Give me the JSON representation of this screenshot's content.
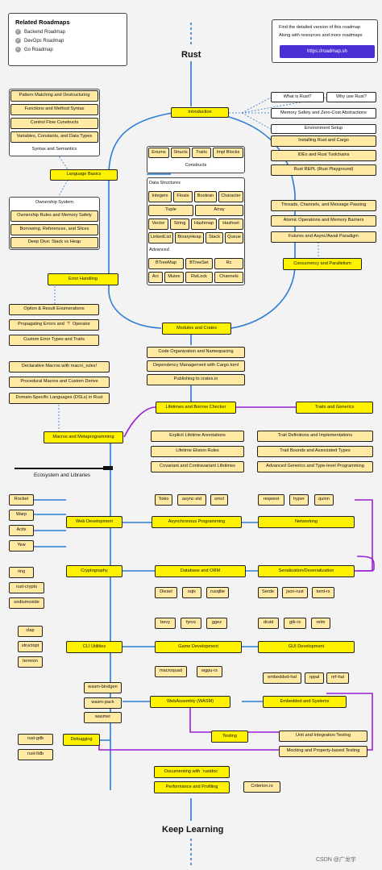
{
  "title": "Rust",
  "footer_title": "Keep Learning",
  "watermark": "CSDN @广龙宇",
  "related": {
    "heading": "Related Roadmaps",
    "items": [
      "Backend Roadmap",
      "DevOps Roadmap",
      "Go Roadmap"
    ]
  },
  "promo": {
    "line1": "Find the detailed version of this roadmap",
    "line2": "Along with resources and more roadmaps",
    "button": "https://roadmap.sh"
  },
  "ecosystem_label": "Ecosystem and Libraries",
  "colors": {
    "topic": "#fff200",
    "subtopic": "#ffe9a3",
    "spine": "#2b7bd6",
    "alt_path": "#9b1fd6",
    "button": "#4b2fd6"
  },
  "nodes": {
    "introduction": "Introduction",
    "what_is_rust": "What is Rust?",
    "why_use_rust": "Why use Rust?",
    "memory_safety": "Memory Safety and Zero-Cost Abstractions",
    "env_setup": "Environment Setup",
    "installing": "Installing Rust and Cargo",
    "ides": "IDEs and Rust Toolchains",
    "repl": "Rust REPL (Rust Playground)",
    "pattern_matching": "Pattern Matching and Destructuring",
    "functions": "Functions and Method Syntax",
    "control_flow": "Control Flow Constructs",
    "variables": "Variables, Constants, and Data Types",
    "syntax": "Syntax and Semantics",
    "language_basics": "Language Basics",
    "enum": "Enums",
    "structs": "Structs",
    "traits": "Traits",
    "impl_blocks": "Impl Blocks",
    "constructs": "Constructs",
    "data_structures": "Data Structures",
    "integers": "Integers",
    "floats": "Floats",
    "boolean": "Boolean",
    "character": "Character",
    "tuple": "Tuple",
    "array": "Array",
    "vector": "Vector",
    "string": "String",
    "hashmap": "Hashmap",
    "hashset": "Hashset",
    "linkedlist": "LinkedList",
    "binaryheap": "BinaryHeap",
    "stack": "Stack",
    "queue": "Queue",
    "advanced": "Advanced",
    "btreemap": "BTreeMap",
    "btreeset": "BTreeSet",
    "rc": "Rc",
    "arc": "Arc",
    "mutex": "Mutex",
    "rwlock": "RwLock",
    "channels": "Channels",
    "ownership_system": "Ownership System",
    "ownership_rules": "Ownership Rules and Memory Safety",
    "borrowing": "Borrowing, References, and Slices",
    "stack_heap": "Deep Dive: Stack vs Heap",
    "threads": "Threads, Channels, and Message Passing",
    "atomic": "Atomic Operations and Memory Barriers",
    "futures": "Futures and Async/Await Paradigm",
    "concurrency": "Concurrency and Parallelism",
    "error_handling": "Error Handling",
    "option_result": "Option & Result Enumerations",
    "propagating": "Propagating Errors and `?` Operator",
    "custom_errors": "Custom Error Types and Traits",
    "modules": "Modules and Crates",
    "code_org": "Code Organization and Namespacing",
    "dep_mgmt": "Dependency Management with Cargo.toml",
    "publishing": "Publishing to crates.io",
    "declarative_macros": "Declarative Macros with macro_rules!",
    "procedural_macros": "Procedural Macros and Custom Derive",
    "dsl": "Domain-Specific Languages (DSLs) in Rust",
    "macros": "Macros and Metaprogramming",
    "lifetimes": "Lifetimes and Borrow Checker",
    "explicit_lifetime": "Explicit Lifetime Annotations",
    "elision": "Lifetime Elision Rules",
    "covariant": "Covariant and Contravariant Lifetimes",
    "traits_generics": "Traits and Generics",
    "trait_defs": "Trait Definitions and Implementations",
    "trait_bounds": "Trait Bounds and Associated Types",
    "advanced_generics": "Advanced Generics and Type-level Programming",
    "rocket": "Rocket",
    "warp": "Warp",
    "actix": "Actix",
    "yew": "Yew",
    "web_dev": "Web Development",
    "tokio": "Tokio",
    "async_std": "async-std",
    "smol": "smol",
    "async_prog": "Asynchronous Programming",
    "reqwest": "reqwest",
    "hyper": "hyper",
    "quinn": "quinn",
    "networking": "Networking",
    "ring": "ring",
    "rust_crypto": "rust-crypto",
    "sodiumoxide": "sodiumoxide",
    "cryptography": "Cryptography",
    "database": "Database and ORM",
    "diesel": "Diesel",
    "sqlx": "sqlx",
    "rusqlite": "rusqlite",
    "serialization": "Serialization/Deserialization",
    "serde": "Serde",
    "json_rust": "json-rust",
    "toml_rs": "toml-rs",
    "clap": "clap",
    "structopt": "structopt",
    "termion": "termion",
    "cli": "CLI Utilities",
    "bevy": "bevy",
    "fyrox": "fyrox",
    "ggez": "ggez",
    "game_dev": "Game Development",
    "macroquad": "macroquad",
    "wgpu": "wgpu-rs",
    "druid": "druid",
    "gtk_rs": "gtk-rs",
    "relm": "relm",
    "gui_dev": "GUI Development",
    "embedded_hal": "embedded-hal",
    "rppal": "rppal",
    "nrf_hal": "nrf-hal",
    "embedded": "Embedded and Systems",
    "wasm_bindgen": "wasm-bindgen",
    "wasm_pack": "wasm-pack",
    "wasmer": "wasmer",
    "wasm": "WebAssembly (WASM)",
    "testing": "Testing",
    "unit_testing": "Unit and Integration Testing",
    "mocking": "Mocking and Property-based Testing",
    "rust_gdb": "rust-gdb",
    "rust_lldb": "rust-lldb",
    "debugging": "Debugging",
    "rustdoc": "Documenting with `rustdoc`",
    "performance": "Performance and Profiling",
    "criterion": "Criterion.rs"
  }
}
